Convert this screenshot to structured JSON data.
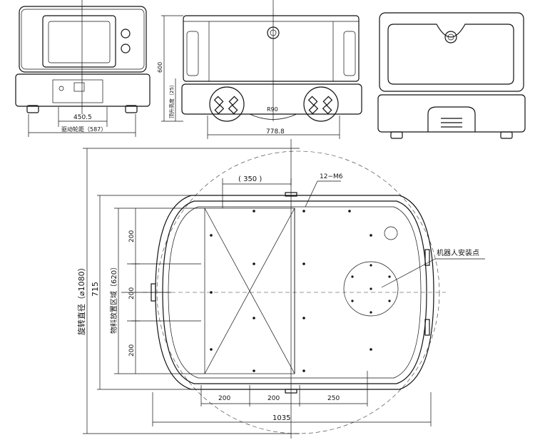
{
  "front_view": {
    "width_label": "450.5",
    "wheelbase_label": "驱动轮距（587）"
  },
  "side_view": {
    "height_label": "600",
    "lift_label": "顶升高度（25）",
    "radius_label": "R90",
    "length_label": "778.8"
  },
  "top_view": {
    "rotation_label": "旋转直径（⌀1080）",
    "height_label": "715",
    "material_area_label": "物料放置区域（620）",
    "seg_200_a": "200",
    "seg_200_b": "200",
    "seg_200_c": "200",
    "dim_350": "( 350 )",
    "hole_label": "12−M6",
    "robot_mount_label": "机器人安装点",
    "bottom_200_a": "200",
    "bottom_200_b": "200",
    "bottom_250": "250",
    "total_width": "1035"
  }
}
